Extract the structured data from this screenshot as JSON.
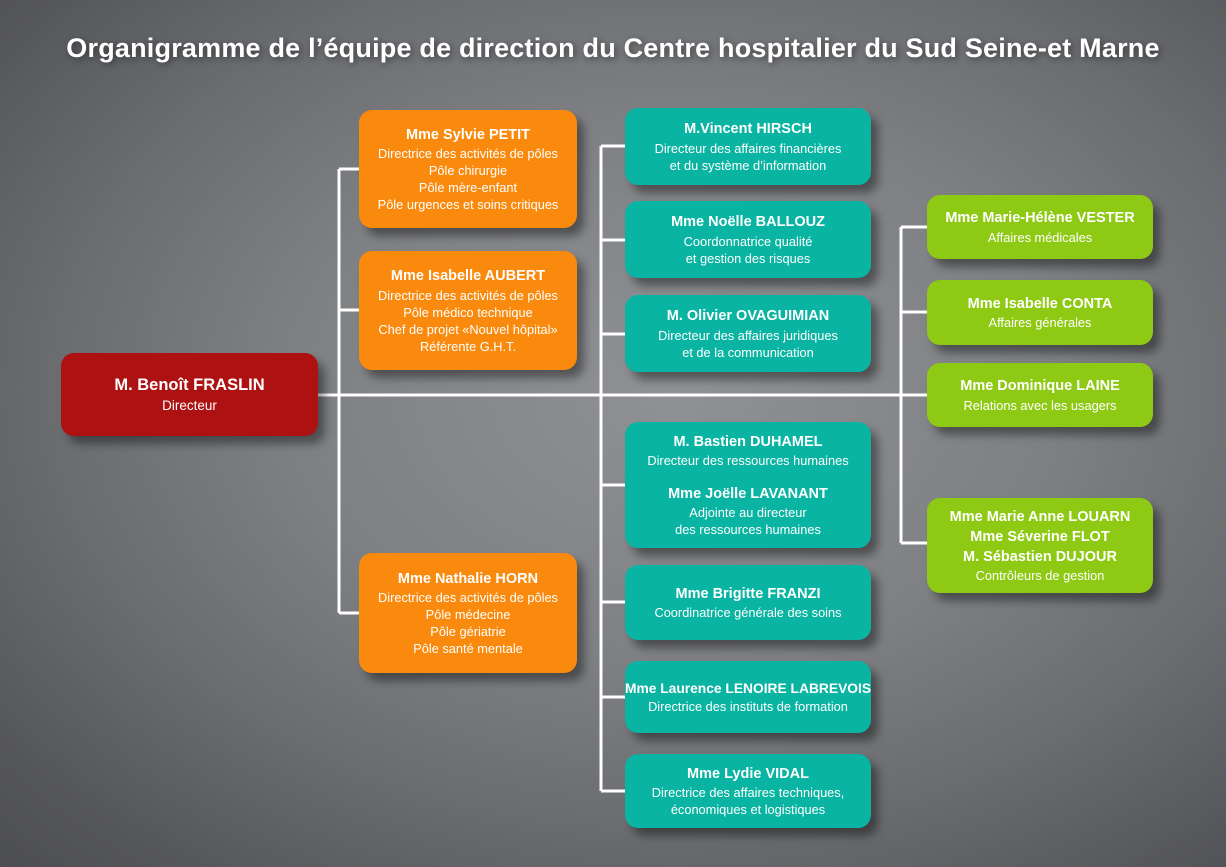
{
  "title": "Organigramme de l’équipe de direction du Centre hospitalier du Sud Seine-et Marne",
  "colors": {
    "red": "#ae1111",
    "orange": "#fa8a0d",
    "teal": "#0ab4a2",
    "green": "#8ec913",
    "line": "#ffffff",
    "bg_center": "#8f9194",
    "bg_edge": "#4d4e51"
  },
  "boxes": {
    "fraslin": {
      "name": "M. Benoît FRASLIN",
      "role": "Directeur"
    },
    "petit": {
      "name": "Mme Sylvie PETIT",
      "roles": [
        "Directrice des activités de pôles",
        "Pôle chirurgie",
        "Pôle mère-enfant",
        "Pôle urgences et soins critiques"
      ]
    },
    "aubert": {
      "name": "Mme Isabelle AUBERT",
      "roles": [
        "Directrice des activités de pôles",
        "Pôle médico technique",
        "Chef de projet «Nouvel hôpital»",
        "Référente G.H.T."
      ]
    },
    "horn": {
      "name": "Mme Nathalie HORN",
      "roles": [
        "Directrice des activités de pôles",
        "Pôle médecine",
        "Pôle gériatrie",
        "Pôle santé mentale"
      ]
    },
    "hirsch": {
      "name": "M.Vincent HIRSCH",
      "roles": [
        "Directeur des affaires financières",
        "et du système d’information"
      ]
    },
    "ballouz": {
      "name": "Mme Noëlle BALLOUZ",
      "roles": [
        "Coordonnatrice qualité",
        "et gestion des risques"
      ]
    },
    "ovaguimian": {
      "name": "M. Olivier OVAGUIMIAN",
      "roles": [
        "Directeur des affaires juridiques",
        "et de la communication"
      ]
    },
    "duhamel": {
      "name1": "M. Bastien DUHAMEL",
      "role1": "Directeur des ressources humaines",
      "name2": "Mme Joëlle LAVANANT",
      "roles2": [
        "Adjointe au directeur",
        "des ressources humaines"
      ]
    },
    "franzi": {
      "name": "Mme Brigitte FRANZI",
      "roles": [
        "Coordinatrice générale des soins"
      ]
    },
    "lenoire": {
      "name": "Mme Laurence LENOIRE LABREVOIS",
      "roles": [
        "Directrice des instituts de formation"
      ]
    },
    "vidal": {
      "name": "Mme Lydie VIDAL",
      "roles": [
        "Directrice des affaires techniques,",
        "économiques et logistiques"
      ]
    },
    "vester": {
      "name": "Mme Marie-Hélène VESTER",
      "roles": [
        "Affaires médicales"
      ]
    },
    "conta": {
      "name": "Mme Isabelle CONTA",
      "roles": [
        "Affaires générales"
      ]
    },
    "laine": {
      "name": "Mme Dominique LAINE",
      "roles": [
        "Relations avec les usagers"
      ]
    },
    "louarn": {
      "names": [
        "Mme Marie Anne LOUARN",
        "Mme Séverine FLOT",
        "M. Sébastien DUJOUR"
      ],
      "role": "Contrôleurs de gestion"
    }
  }
}
